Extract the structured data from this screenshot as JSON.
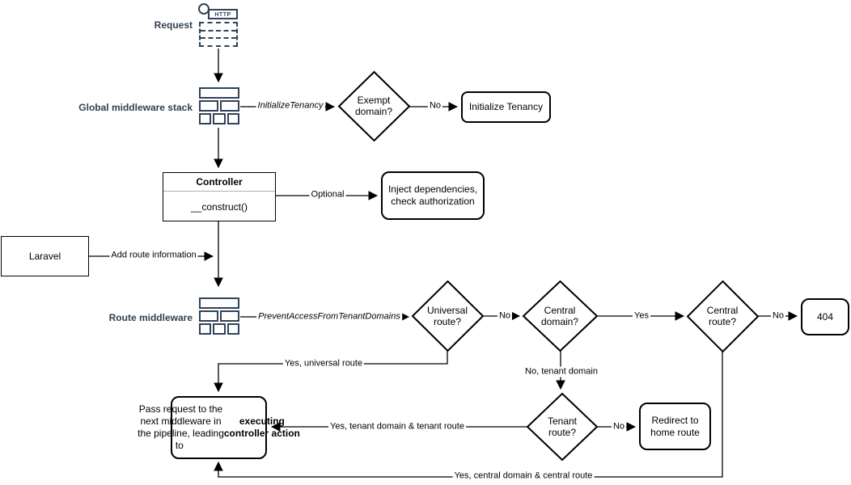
{
  "colors": {
    "background": "#ffffff",
    "line": "#000000",
    "shape_border": "#000000",
    "shape_fill": "#ffffff",
    "side_label_text": "#33404F",
    "icon_stroke": "#304358",
    "uml_divider": "#b0b0b0"
  },
  "labels": {
    "request": "Request",
    "global_middleware": "Global middleware stack",
    "route_middleware": "Route middleware"
  },
  "nodes": {
    "request_icon_text": "HTTP",
    "exempt_domain": "Exempt\ndomain?",
    "initialize_tenancy": "Initialize Tenancy",
    "controller_title": "Controller",
    "controller_method": "__construct()",
    "inject_dependencies": "Inject dependencies,\ncheck authorization",
    "laravel": "Laravel",
    "universal_route": "Universal\nroute?",
    "central_domain": "Central\ndomain?",
    "central_route": "Central\nroute?",
    "not_found": "404",
    "tenant_route": "Tenant\nroute?",
    "redirect_home": "Redirect to\nhome route",
    "pass_request_normal": "Pass request to the\nnext middleware in\nthe pipeline, leading\nto ",
    "pass_request_bold": "executing\ncontroller action"
  },
  "edges": {
    "initialize_tenancy": "InitializeTenancy",
    "no_exempt": "No",
    "optional": "Optional",
    "add_route_information": "Add route information",
    "prevent_access": "PreventAccessFromTenantDomains",
    "no_universal": "No",
    "yes_central_domain": "Yes",
    "no_central_route": "No",
    "yes_universal_route": "Yes, universal route",
    "no_tenant_domain": "No, tenant domain",
    "no_tenant_route": "No",
    "yes_tenant": "Yes, tenant domain & tenant route",
    "yes_central": "Yes, central domain & central route"
  }
}
